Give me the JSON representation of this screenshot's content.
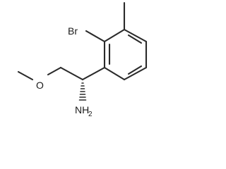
{
  "molecule": {
    "atoms": {
      "bromine": "Br",
      "oxygen": "O",
      "amine_main": "NH",
      "amine_sub": "2"
    }
  }
}
